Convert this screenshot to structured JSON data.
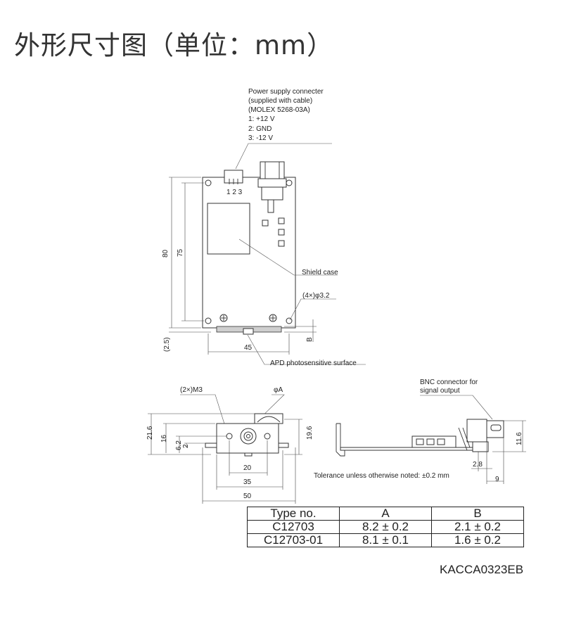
{
  "title": "外形尺寸图（单位：mm）",
  "top_view": {
    "connector_note": [
      "Power supply connecter",
      "(supplied with cable)",
      "(MOLEX 5268-03A)",
      "1: +12 V",
      "2: GND",
      "3: -12 V"
    ],
    "pin_numbers": "1 2 3",
    "shield_label": "Shield case",
    "hole_label": "(4×)φ3.2",
    "apd_label": "APD photosensitive surface",
    "dims": {
      "height_80": "80",
      "height_75": "75",
      "offset_2_5": "(2.5)",
      "width_45": "45",
      "b": "B"
    }
  },
  "front_view": {
    "m3_label": "(2×)M3",
    "phi_a_label": "φA",
    "dims": {
      "d21_6": "21.6",
      "d16": "16",
      "d6_2": "6.2",
      "d2": "2",
      "d19_6": "19.6",
      "d20": "20",
      "d35": "35",
      "d50": "50"
    }
  },
  "side_view": {
    "bnc_label": [
      "BNC connector for",
      "signal output"
    ],
    "dims": {
      "d11_6": "11.6",
      "d2_8": "2.8",
      "d9": "9"
    }
  },
  "tolerance_note": "Tolerance unless otherwise noted: ±0.2 mm",
  "table": {
    "headers": [
      "Type no.",
      "A",
      "B"
    ],
    "rows": [
      [
        "C12703",
        "8.2 ± 0.2",
        "2.1 ± 0.2"
      ],
      [
        "C12703-01",
        "8.1 ± 0.1",
        "1.6 ± 0.2"
      ]
    ]
  },
  "drawing_code": "KACCA0323EB"
}
